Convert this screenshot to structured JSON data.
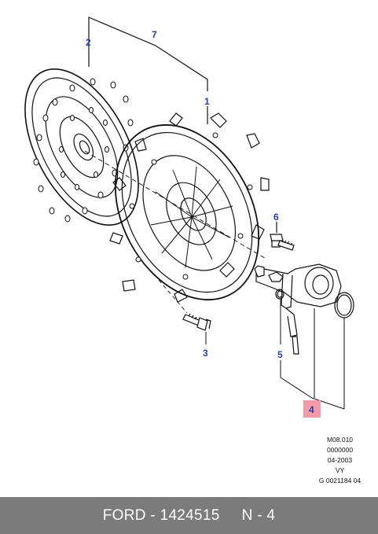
{
  "callouts": {
    "c1": "1",
    "c2": "2",
    "c3": "3",
    "c4": "4",
    "c5": "5",
    "c6": "6",
    "c7": "7"
  },
  "highlight_color": "#f29aa8",
  "callout_color": "#1f3fb0",
  "reference_block": {
    "line1": "M08.010",
    "line2": "0000000",
    "line3": "04-2003",
    "line4": "VY",
    "line5": "G 0021184 04"
  },
  "footer": {
    "brand": "FORD",
    "part_number": "1424515",
    "position": "N - 4"
  }
}
